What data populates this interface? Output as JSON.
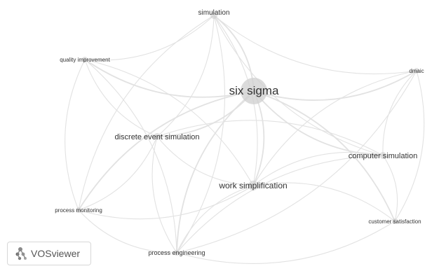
{
  "network": {
    "nodes": [
      {
        "id": "six_sigma",
        "label": "six sigma",
        "weight": 10
      },
      {
        "id": "simulation",
        "label": "simulation",
        "weight": 3
      },
      {
        "id": "quality_improvement",
        "label": "quality improvement",
        "weight": 2
      },
      {
        "id": "dmaic",
        "label": "dmaic",
        "weight": 2
      },
      {
        "id": "discrete_event_simulation",
        "label": "discrete event simulation",
        "weight": 3
      },
      {
        "id": "computer_simulation",
        "label": "computer simulation",
        "weight": 3
      },
      {
        "id": "work_simplification",
        "label": "work simplification",
        "weight": 4
      },
      {
        "id": "process_monitoring",
        "label": "process monitoring",
        "weight": 2
      },
      {
        "id": "customer_satisfaction",
        "label": "customer satisfaction",
        "weight": 2
      },
      {
        "id": "process_engineering",
        "label": "process engineering",
        "weight": 2
      }
    ],
    "links": [
      [
        "six_sigma",
        "simulation"
      ],
      [
        "six_sigma",
        "quality_improvement"
      ],
      [
        "six_sigma",
        "dmaic"
      ],
      [
        "six_sigma",
        "discrete_event_simulation"
      ],
      [
        "six_sigma",
        "computer_simulation"
      ],
      [
        "six_sigma",
        "work_simplification"
      ],
      [
        "six_sigma",
        "process_monitoring"
      ],
      [
        "six_sigma",
        "customer_satisfaction"
      ],
      [
        "six_sigma",
        "process_engineering"
      ],
      [
        "simulation",
        "quality_improvement"
      ],
      [
        "simulation",
        "dmaic"
      ],
      [
        "simulation",
        "discrete_event_simulation"
      ],
      [
        "simulation",
        "computer_simulation"
      ],
      [
        "simulation",
        "work_simplification"
      ],
      [
        "simulation",
        "process_monitoring"
      ],
      [
        "simulation",
        "process_engineering"
      ],
      [
        "quality_improvement",
        "discrete_event_simulation"
      ],
      [
        "quality_improvement",
        "work_simplification"
      ],
      [
        "quality_improvement",
        "process_monitoring"
      ],
      [
        "quality_improvement",
        "process_engineering"
      ],
      [
        "dmaic",
        "computer_simulation"
      ],
      [
        "dmaic",
        "customer_satisfaction"
      ],
      [
        "dmaic",
        "work_simplification"
      ],
      [
        "dmaic",
        "process_engineering"
      ],
      [
        "discrete_event_simulation",
        "work_simplification"
      ],
      [
        "discrete_event_simulation",
        "process_monitoring"
      ],
      [
        "discrete_event_simulation",
        "process_engineering"
      ],
      [
        "discrete_event_simulation",
        "computer_simulation"
      ],
      [
        "computer_simulation",
        "work_simplification"
      ],
      [
        "computer_simulation",
        "customer_satisfaction"
      ],
      [
        "computer_simulation",
        "process_engineering"
      ],
      [
        "work_simplification",
        "process_monitoring"
      ],
      [
        "work_simplification",
        "process_engineering"
      ],
      [
        "work_simplification",
        "customer_satisfaction"
      ],
      [
        "process_monitoring",
        "process_engineering"
      ],
      [
        "customer_satisfaction",
        "process_engineering"
      ]
    ]
  },
  "colors": {
    "node": "#cfcfcf",
    "link": "#e2e2e2",
    "label": "#333333"
  },
  "logo": {
    "text": "VOSviewer",
    "icon": "vosviewer-logo-icon"
  }
}
